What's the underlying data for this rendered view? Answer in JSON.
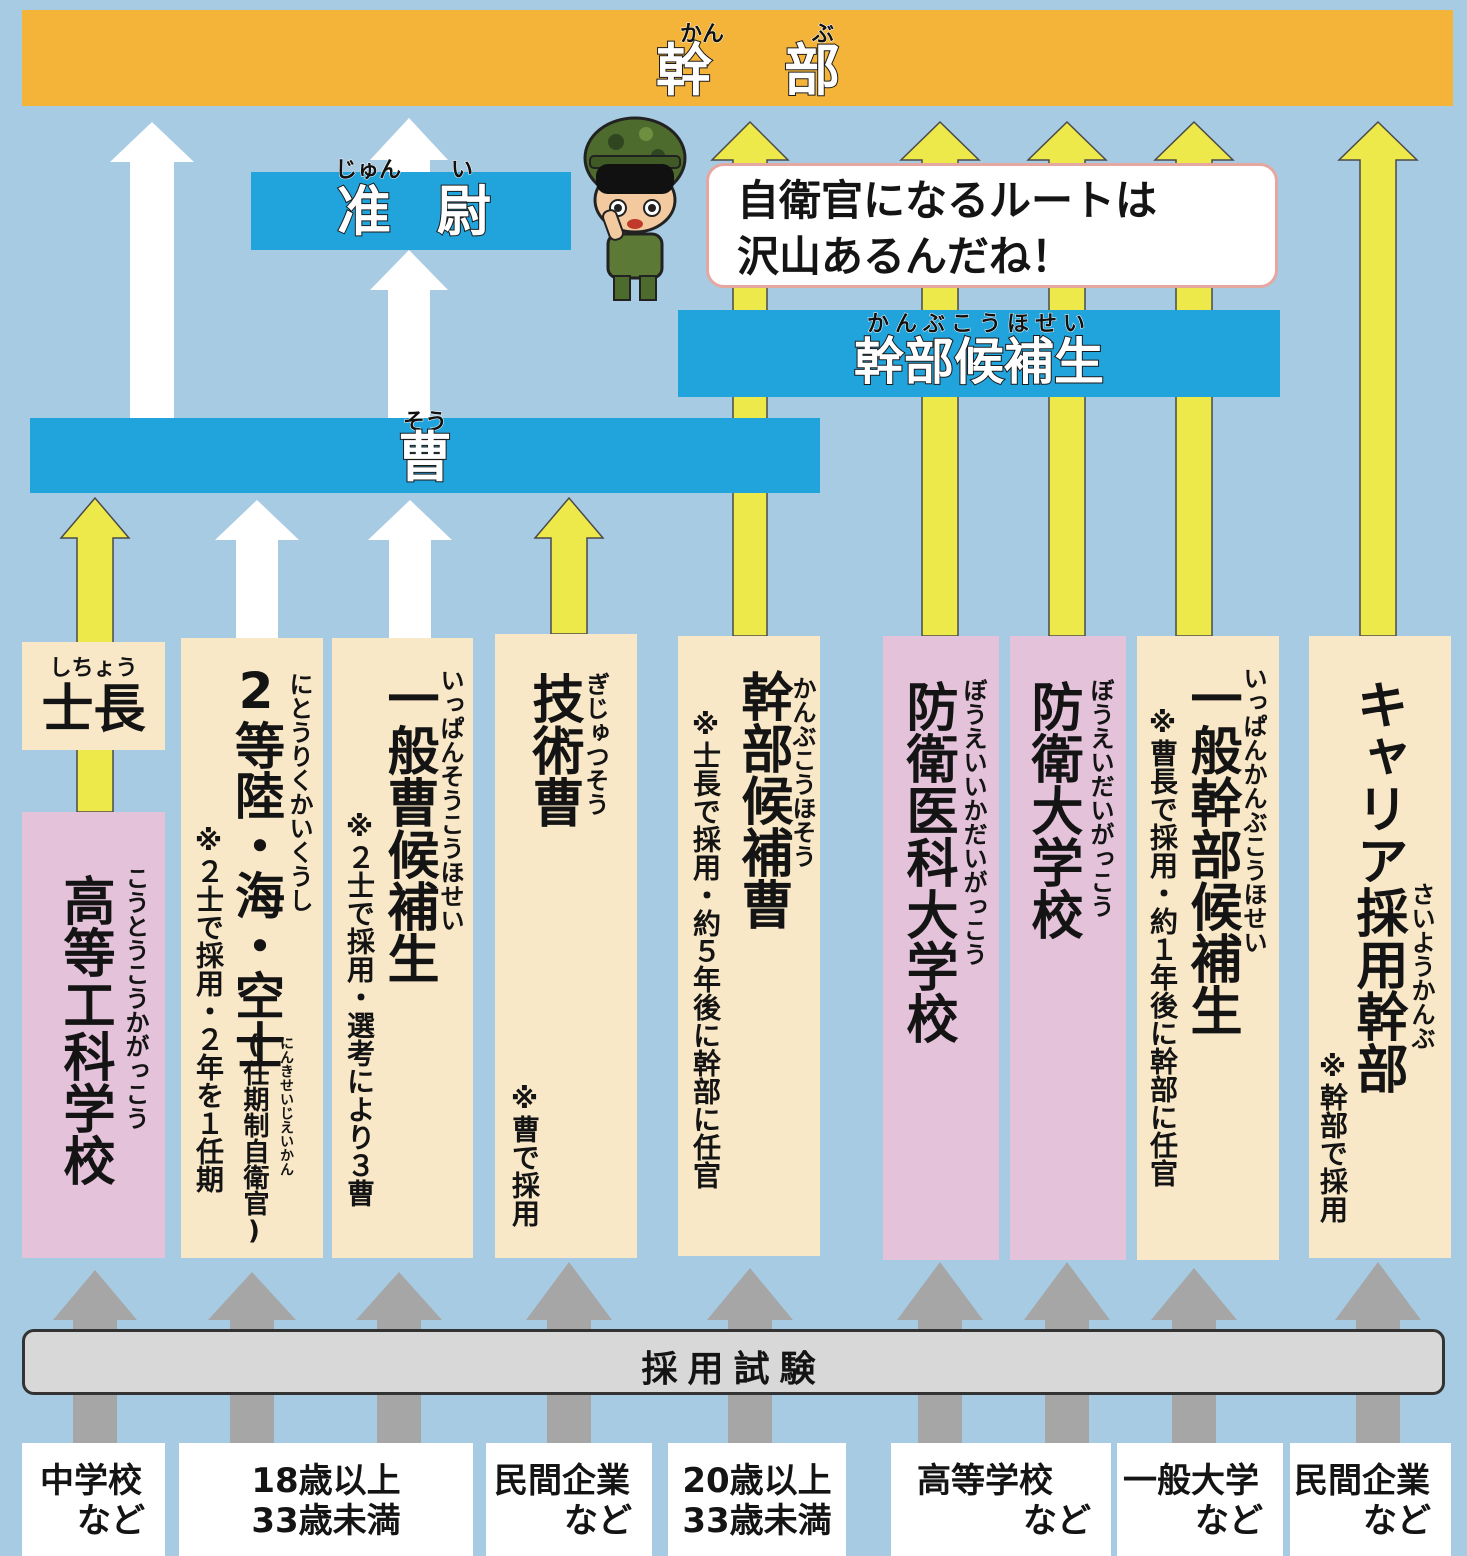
{
  "top": {
    "ruby": [
      "かん",
      "ぶ"
    ],
    "label": [
      "幹",
      "部"
    ]
  },
  "jyuni": {
    "ruby": [
      "じゅん",
      "い"
    ],
    "label": [
      "准",
      "尉"
    ]
  },
  "kanbu_kohosei": {
    "ruby": "かんぶこうほせい",
    "label": "幹部候補生"
  },
  "sou": {
    "ruby": "そう",
    "label": "曹"
  },
  "speech": {
    "line1": "自衛官になるルートは",
    "line2": "沢山あるんだね！"
  },
  "boxes": {
    "shicho": {
      "ruby": "しちょう",
      "label": "士長"
    },
    "koto_kogaku": {
      "label": "高等工科学校",
      "ruby": "こうとうこうかがっこう"
    },
    "nito": {
      "label": "2等陸・海・空士",
      "suffix": "(任期制自衛官)",
      "ruby": "にとうりくかいくうし",
      "ruby2": "にんきせいじえいかん",
      "note": "※２士で採用・２年を１任期"
    },
    "ippan_sou": {
      "label": "一般曹候補生",
      "ruby": "いっぱんそうこうほせい",
      "note": "※２士で採用・選考により３曹"
    },
    "gijutsu": {
      "label": "技術曹",
      "ruby": "ぎじゅつそう",
      "note": "※曹で採用"
    },
    "kanbu_kohosou": {
      "label": "幹部候補曹",
      "ruby": "かんぶこうほそう",
      "note": "※士長で採用・約５年後に幹部に任官"
    },
    "bouei_ika": {
      "label": "防衛医科大学校",
      "ruby": "ぼうえいいかだいがっこう"
    },
    "bouei_dai": {
      "label": "防衛大学校",
      "ruby": "ぼうえいだいがっこう"
    },
    "ippan_kanbu": {
      "label": "一般幹部候補生",
      "ruby": "いっぱんかんぶこうほせい",
      "note": "※曹長で採用・約１年後に幹部に任官"
    },
    "career": {
      "label": "キャリア採用幹部",
      "ruby": "さいようかんぶ",
      "note": "※幹部で採用"
    }
  },
  "exam": {
    "label": "採用試験"
  },
  "sources": [
    {
      "l1": "中学校",
      "l2": "など"
    },
    {
      "l1": "18歳以上",
      "l2": "33歳未満"
    },
    {
      "l1": "民間企業",
      "l2": "など"
    },
    {
      "l1": "20歳以上",
      "l2": "33歳未満"
    },
    {
      "l1": "高等学校",
      "l2": "など"
    },
    {
      "l1": "一般大学",
      "l2": "など"
    },
    {
      "l1": "民間企業",
      "l2": "など"
    }
  ],
  "colors": {
    "bg": "#a7cbe3",
    "top": "#f4b43a",
    "blue": "#21a3dc",
    "cream": "#f9e8c8",
    "pink": "#e3c2da",
    "yellow_arrow": "#eee94a",
    "white_arrow": "#ffffff",
    "gray_arrow": "#a6a6a6"
  },
  "icons": [
    "soldier-mascot"
  ]
}
